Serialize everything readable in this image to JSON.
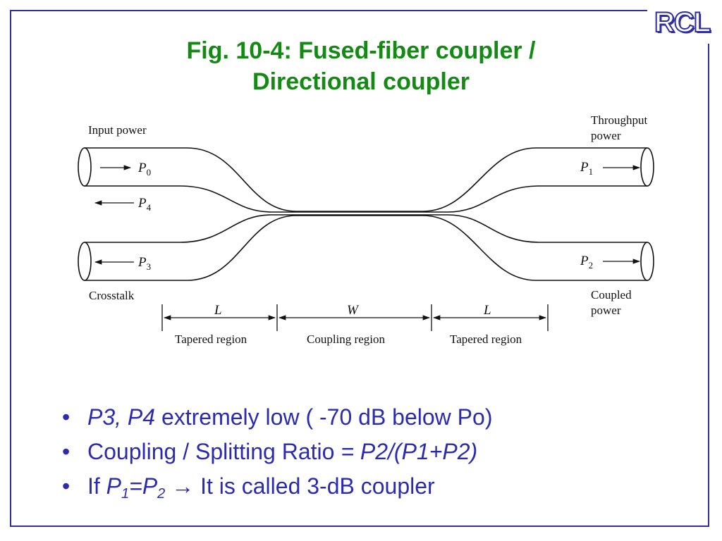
{
  "logo": "RCL",
  "title_line1": "Fig. 10-4: Fused-fiber coupler /",
  "title_line2": "Directional coupler",
  "diagram": {
    "input_power": "Input power",
    "throughput_line1": "Throughput",
    "throughput_line2": "power",
    "crosstalk": "Crosstalk",
    "coupled_line1": "Coupled",
    "coupled_line2": "power",
    "p": "P",
    "p0_sub": "0",
    "p1_sub": "1",
    "p2_sub": "2",
    "p3_sub": "3",
    "p4_sub": "4",
    "L": "L",
    "W": "W",
    "tapered_region": "Tapered region",
    "coupling_region": "Coupling region"
  },
  "bullets": {
    "b1_italic": "P3, P4",
    "b1_text": " extremely low ( -70 dB below Po)",
    "b2_text": "Coupling / Splitting Ratio ",
    "b2_italic": "= P2/(P1+P2)",
    "b3_if": "If ",
    "b3_p": "P",
    "b3_sub1": "1",
    "b3_eq": "=P",
    "b3_sub2": "2",
    "b3_arrow": "→",
    "b3_text": " It is called 3-dB coupler"
  },
  "colors": {
    "title": "#148a14",
    "bullets": "#2b2bb0",
    "frame": "#2e2ea0"
  }
}
